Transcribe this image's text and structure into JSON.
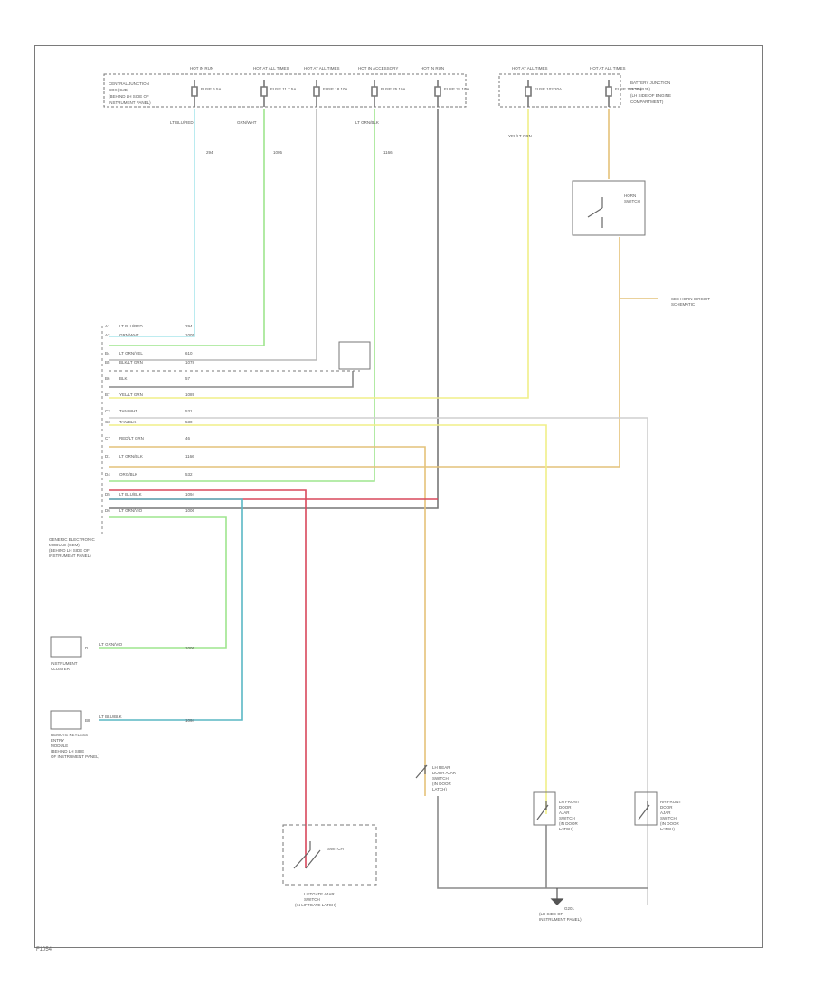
{
  "page_code": "F1054",
  "colors": {
    "lt_blue": "#a8e6ec",
    "lt_green": "#9ee58e",
    "green": "#7fd66e",
    "yellow": "#f0ef88",
    "tan": "#e4c27a",
    "red": "#d9485c",
    "gray": "#8a8a8a",
    "pink_gray": "#b8a4a8",
    "teal": "#5ab7c4",
    "dark": "#555555",
    "light_gray": "#cfcfcf"
  },
  "fuse_panel_left": {
    "header_labels": [
      "HOT IN RUN",
      "HOT AT ALL TIMES",
      "HOT AT ALL TIMES",
      "HOT IN ACCESSORY",
      "HOT IN RUN"
    ],
    "panel_label": [
      "CENTRAL JUNCTION",
      "BOX (CJB)",
      "(BEHIND LH SIDE OF",
      "INSTRUMENT PANEL)"
    ],
    "fuse_labels": [
      "FUSE 6 5A",
      "FUSE 11 7.5A",
      "FUSE 18 10A",
      "FUSE 25 10A",
      "FUSE 31 10A"
    ]
  },
  "fuse_panel_right": {
    "header_labels": [
      "HOT AT ALL TIMES",
      "HOT AT ALL TIMES"
    ],
    "panel_label": [
      "BATTERY JUNCTION",
      "BOX (BJB)",
      "(LH SIDE OF ENGINE",
      "COMPARTMENT)"
    ],
    "fuse_labels": [
      "FUSE 102 20A",
      "FUSE 112 20A"
    ]
  },
  "components": {
    "horn_switch": [
      "HORN",
      "SWITCH"
    ],
    "gem": [
      "GENERIC ELECTRONIC",
      "MODULE (GEM)",
      "(BEHIND LH SIDE OF",
      "INSTRUMENT PANEL)"
    ],
    "instrument_cluster": [
      "INSTRUMENT",
      "CLUSTER"
    ],
    "keyless": [
      "REMOTE KEYLESS",
      "ENTRY",
      "MODULE",
      "(BEHIND LH SIDE",
      "OF INSTRUMENT PANEL)"
    ],
    "liftgate_switch": [
      "LIFTGATE AJAR",
      "SWITCH",
      "(IN LIFTGATE LATCH)"
    ],
    "rear_door_switch": [
      "LH REAR",
      "DOOR AJAR",
      "SWITCH",
      "(IN DOOR",
      "LATCH)"
    ],
    "lh_door_switch": [
      "LH FRONT",
      "DOOR",
      "AJAR",
      "SWITCH",
      "(IN DOOR",
      "LATCH)"
    ],
    "rh_door_switch": [
      "RH FRONT",
      "DOOR",
      "AJAR",
      "SWITCH",
      "(IN DOOR",
      "LATCH)"
    ],
    "ground_label": [
      "G201",
      "(LH SIDE OF",
      "INSTRUMENT PANEL)"
    ],
    "horn_relay_note": [
      "SEE HORN CIRCUIT",
      "SCHEMATIC"
    ]
  },
  "gem_pins": [
    {
      "pin": "A1",
      "wire": "LT BLU/RED",
      "circuit": "294"
    },
    {
      "pin": "A2",
      "wire": "GRN/WHT",
      "circuit": "1005"
    },
    {
      "pin": "B4",
      "wire": "LT GRN/YEL",
      "circuit": "610"
    },
    {
      "pin": "B5",
      "wire": "BLK/LT GRN",
      "circuit": "1078"
    },
    {
      "pin": "B6",
      "wire": "BLK",
      "circuit": "57"
    },
    {
      "pin": "B7",
      "wire": "YEL/LT GRN",
      "circuit": "1089"
    },
    {
      "pin": "C2",
      "wire": "TAN/WHT",
      "circuit": "531"
    },
    {
      "pin": "C3",
      "wire": "TAN/BLK",
      "circuit": "530"
    },
    {
      "pin": "C7",
      "wire": "RED/LT GRN",
      "circuit": "46"
    },
    {
      "pin": "D1",
      "wire": "LT GRN/BLK",
      "circuit": "1166"
    },
    {
      "pin": "D4",
      "wire": "ORG/BLK",
      "circuit": "532"
    },
    {
      "pin": "D5",
      "wire": "LT BLU/BLK",
      "circuit": "1094"
    },
    {
      "pin": "D6",
      "wire": "LT GRN/VIO",
      "circuit": "1006"
    }
  ],
  "cluster_pin": {
    "pin": "D",
    "wire": "LT GRN/VIO",
    "circuit": "1006"
  },
  "keyless_pin": {
    "pin": "B8",
    "wire": "LT BLU/BLK",
    "circuit": "1094"
  },
  "ground_wire": {
    "wire": "BLK",
    "circuit": "57"
  }
}
